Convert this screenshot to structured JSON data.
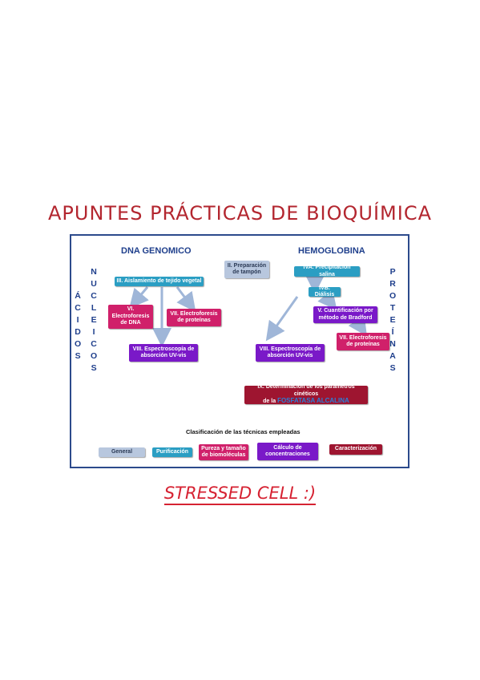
{
  "title": "APUNTES PRÁCTICAS DE BIOQUÍMICA",
  "footer": "STRESSED CELL :)",
  "diagram": {
    "heading_left": "DNA GENOMICO",
    "heading_right": "HEMOGLOBINA",
    "vertical_acidos": "ÁCIDOS",
    "vertical_nucleicos": "NUCLEICOS",
    "vertical_proteinas": "PROTEÍNAS",
    "boxes": {
      "prep_tampon": "II. Preparación de tampón",
      "aislamiento": "III. Aislamiento de tejido vegetal",
      "electro_dna": "VI. Electroforesis de DNA",
      "electro_prot_left": "VII. Electroforesis de proteínas",
      "espectro_left": "VIII. Espectroscopía de absorción UV-vis",
      "precipitacion": "IVA. Precipitación salina",
      "dialisis": "IVB. Diálisis",
      "bradford": "V. Cuantificación por método de Bradford",
      "electro_prot_right": "VII. Electroforesis de proteínas",
      "espectro_right": "VIII. Espectroscopía de absorción UV-vis",
      "cineticos_line1": "IX. Determinación de los parámetros cinéticos",
      "cineticos_prefix": "de la",
      "cineticos_highlight": "FOSFATASA ALCALINA"
    },
    "legend_title": "Clasificación de las técnicas empleadas",
    "legend": {
      "general": "General",
      "purificacion": "Purificación",
      "pureza": "Pureza y tamaño de biomoléculas",
      "calculo": "Cálculo de concentraciones",
      "caracterizacion": "Caracterización"
    },
    "colors": {
      "general": "#b8c7de",
      "purificacion": "#2b9ec3",
      "pureza": "#d0206a",
      "calculo": "#7a19c8",
      "caracterizacion": "#9e1530"
    }
  }
}
